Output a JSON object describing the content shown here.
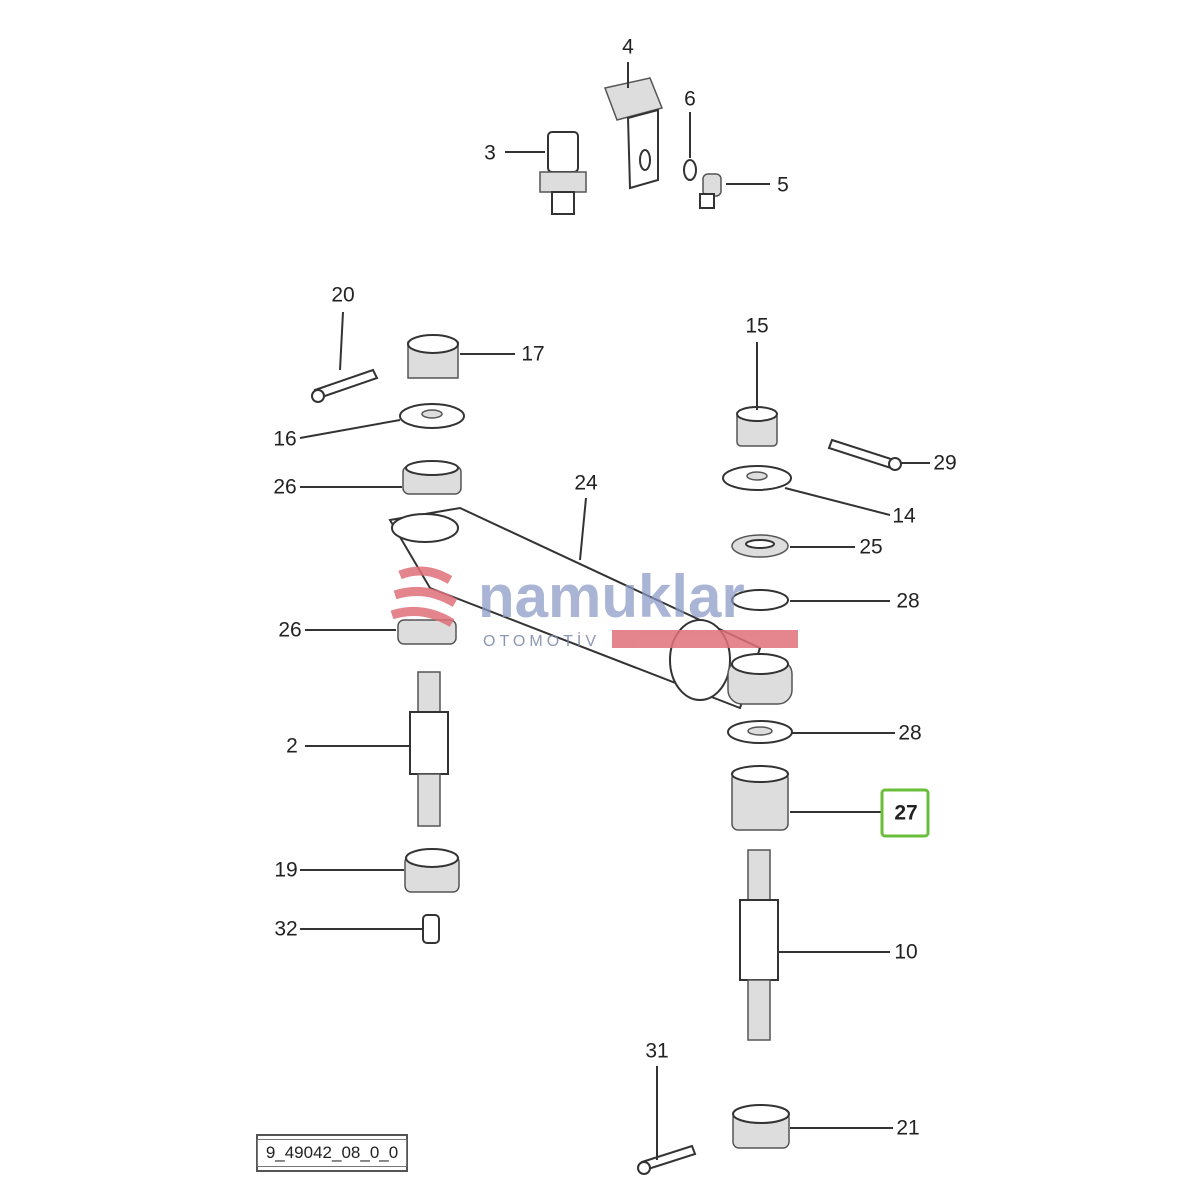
{
  "figure_id": "9_49042_08_0_0",
  "highlighted_callout": "27",
  "highlight_color": "#6abf3a",
  "watermark": {
    "brand": "namuklar",
    "sub": "OTOMOTİV",
    "brand_color": "#8a99c7",
    "accent_color": "#e0707a"
  },
  "callouts": [
    "4",
    "6",
    "3",
    "5",
    "20",
    "17",
    "16",
    "26",
    "24",
    "15",
    "29",
    "14",
    "25",
    "28",
    "26",
    "2",
    "28",
    "27",
    "19",
    "32",
    "10",
    "31",
    "21"
  ]
}
